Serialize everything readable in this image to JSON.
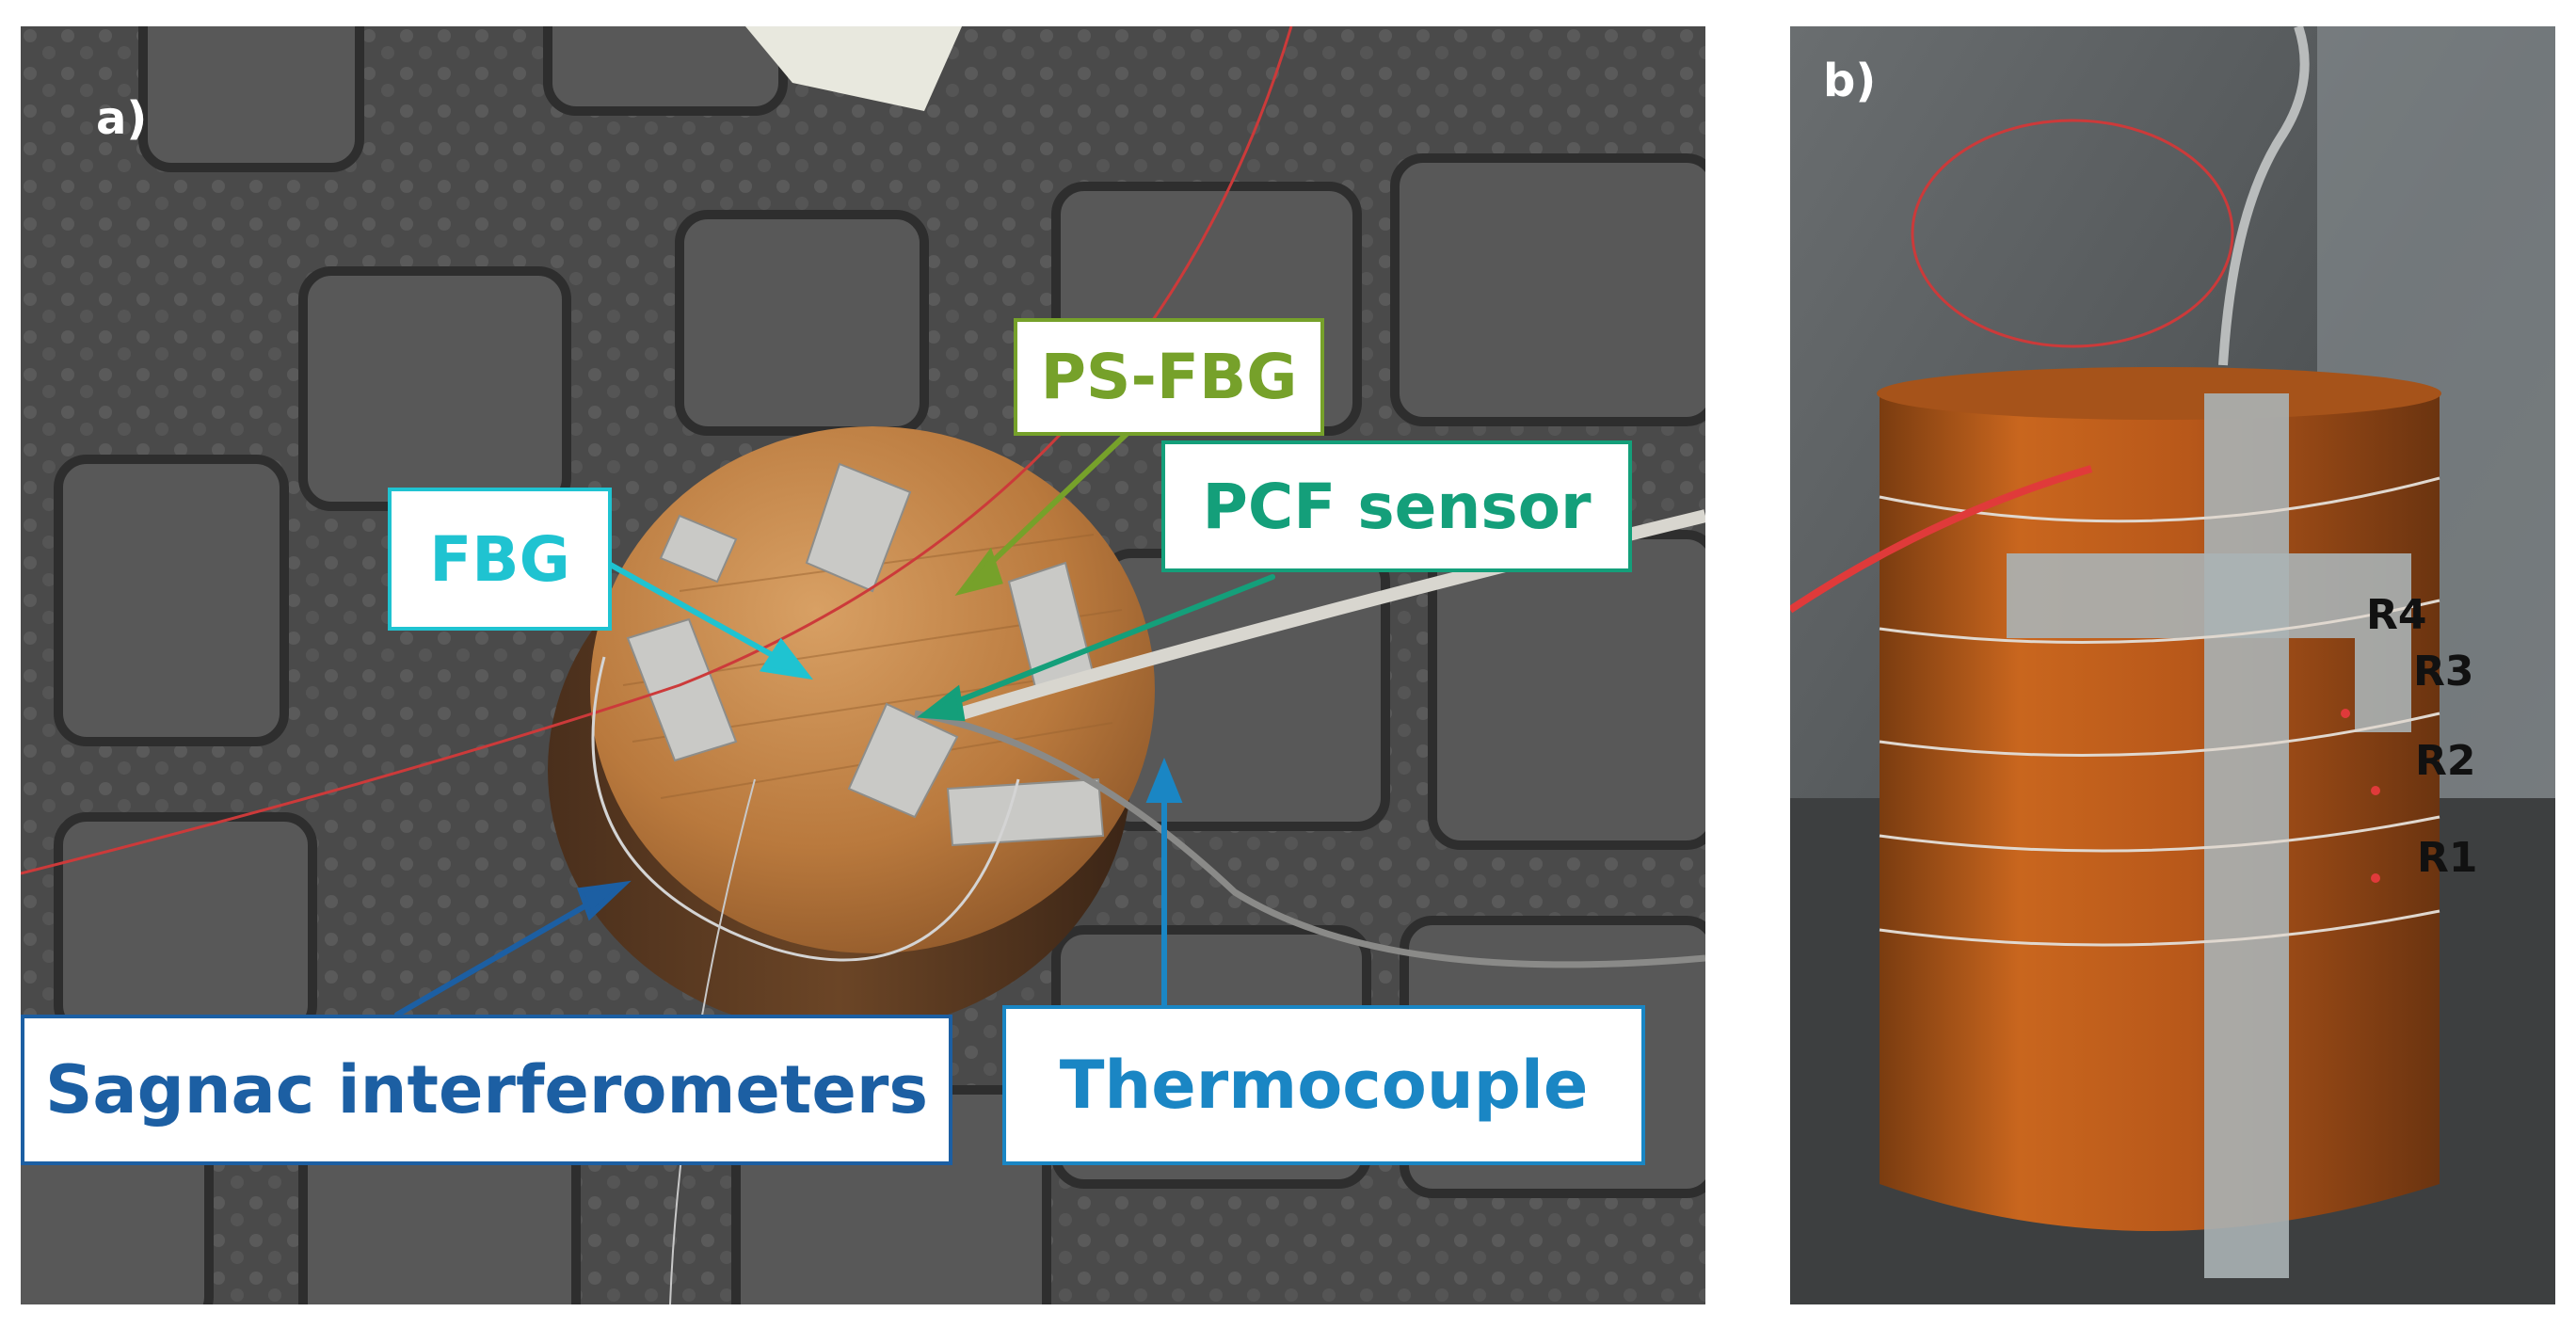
{
  "panel_a": {
    "letter": "a)",
    "labels": {
      "ps_fbg": "PS-FBG",
      "fbg": "FBG",
      "pcf_sensor": "PCF sensor",
      "sagnac": "Sagnac interferometers",
      "thermocouple": "Thermocouple"
    },
    "colors": {
      "ps_fbg": "#76a12a",
      "fbg": "#1fc3d1",
      "pcf_sensor": "#149f7a",
      "sagnac": "#1c5fa3",
      "thermocouple": "#1a86c4"
    }
  },
  "panel_b": {
    "letter": "b)",
    "rings": [
      "R4",
      "R3",
      "R2",
      "R1"
    ]
  }
}
